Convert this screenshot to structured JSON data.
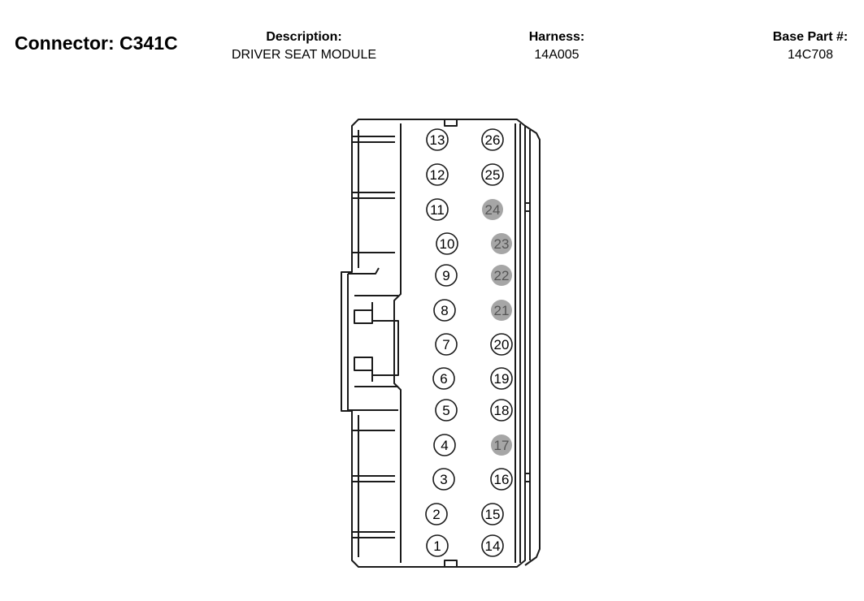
{
  "header": {
    "connector_label": "Connector: C341C",
    "description_label": "Description:",
    "description_value": "DRIVER SEAT MODULE",
    "harness_label": "Harness:",
    "harness_value": "14A005",
    "base_part_label": "Base Part #:",
    "base_part_value": "14C708"
  },
  "colors": {
    "line": "#1a1a1a",
    "empty_pin_fill": "#a6a6a6",
    "empty_pin_text": "#555555"
  },
  "pins": [
    {
      "label": "13",
      "state": "populated"
    },
    {
      "label": "12",
      "state": "populated"
    },
    {
      "label": "11",
      "state": "populated"
    },
    {
      "label": "10",
      "state": "populated"
    },
    {
      "label": "9",
      "state": "populated"
    },
    {
      "label": "8",
      "state": "populated"
    },
    {
      "label": "7",
      "state": "populated"
    },
    {
      "label": "6",
      "state": "populated"
    },
    {
      "label": "5",
      "state": "populated"
    },
    {
      "label": "4",
      "state": "populated"
    },
    {
      "label": "3",
      "state": "populated"
    },
    {
      "label": "2",
      "state": "populated"
    },
    {
      "label": "1",
      "state": "populated"
    },
    {
      "label": "26",
      "state": "populated"
    },
    {
      "label": "25",
      "state": "populated"
    },
    {
      "label": "24",
      "state": "empty"
    },
    {
      "label": "23",
      "state": "empty"
    },
    {
      "label": "22",
      "state": "empty"
    },
    {
      "label": "21",
      "state": "empty"
    },
    {
      "label": "20",
      "state": "populated"
    },
    {
      "label": "19",
      "state": "populated"
    },
    {
      "label": "18",
      "state": "populated"
    },
    {
      "label": "17",
      "state": "empty"
    },
    {
      "label": "16",
      "state": "populated"
    },
    {
      "label": "15",
      "state": "populated"
    },
    {
      "label": "14",
      "state": "populated"
    }
  ]
}
